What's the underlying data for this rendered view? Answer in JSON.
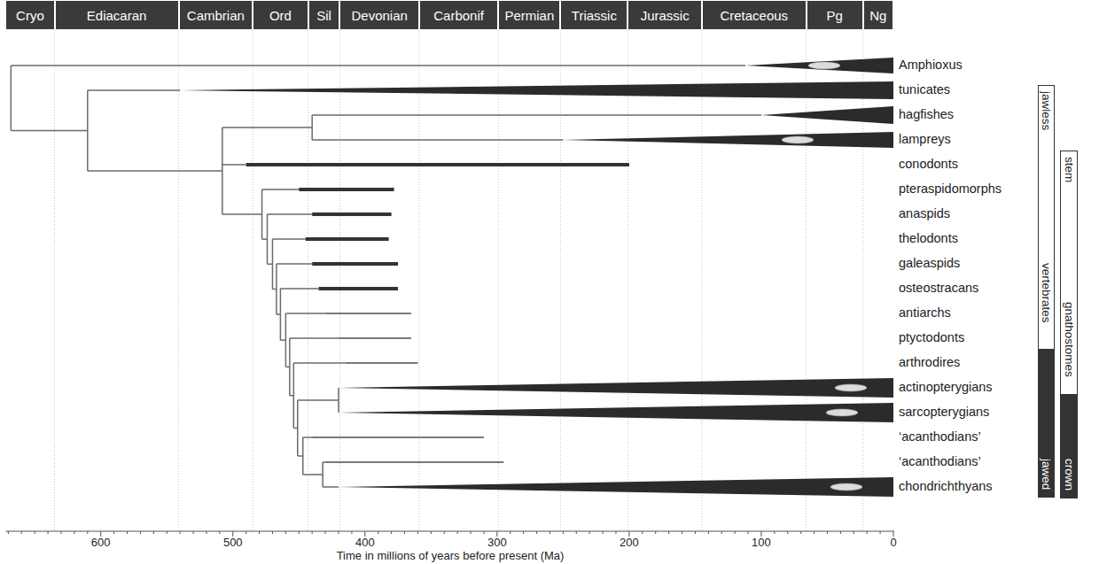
{
  "diagram": {
    "nodes": [
      {
        "text": [
          "Cryo"
        ]
      },
      {
        "text": [
          "Ediacaran"
        ]
      },
      {
        "text": [
          "Cambrian"
        ]
      },
      {
        "text": [
          "Ord"
        ]
      },
      {
        "text": [
          "Sil"
        ]
      },
      {
        "text": [
          "Devonian"
        ]
      },
      {
        "text": [
          "Carbonif"
        ]
      },
      {
        "text": [
          "Permian"
        ]
      },
      {
        "text": [
          "Triassic"
        ]
      },
      {
        "text": [
          "Jurassic"
        ]
      },
      {
        "text": [
          "Cretaceous"
        ]
      },
      {
        "text": [
          "Pg"
        ]
      },
      {
        "text": [
          "Ng"
        ]
      },
      {
        "text": [
          "jawless",
          "vertebrates",
          "jawed"
        ]
      },
      {
        "text": [
          "stem",
          "gnathostomes",
          "crown"
        ]
      }
    ],
    "labels": [
      "Amphioxus",
      "tunicates",
      "hagfishes",
      "lampreys",
      "conodonts",
      "pteraspidomorphs",
      "anaspids",
      "thelodonts",
      "galeaspids",
      "osteostracans",
      "antiarchs",
      "ptyctodonts",
      "arthrodires",
      "actinopterygians",
      "sarcopterygians",
      "‘acanthodians’",
      "‘acanthodians’",
      "chondrichthyans",
      "600",
      "500",
      "400",
      "300",
      "200",
      "100",
      "0",
      "Time in millions of years before present (Ma)"
    ]
  }
}
